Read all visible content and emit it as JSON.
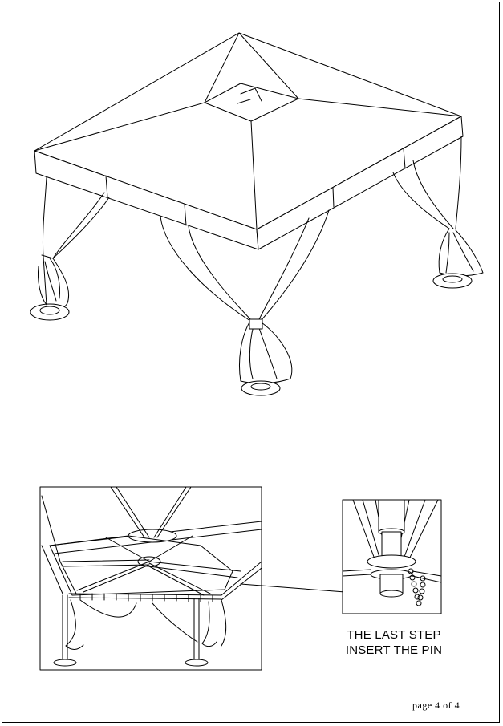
{
  "caption": {
    "line1": "THE LAST STEP",
    "line2": "INSERT THE PIN"
  },
  "footer": {
    "page_label": "page 4 of 4"
  }
}
